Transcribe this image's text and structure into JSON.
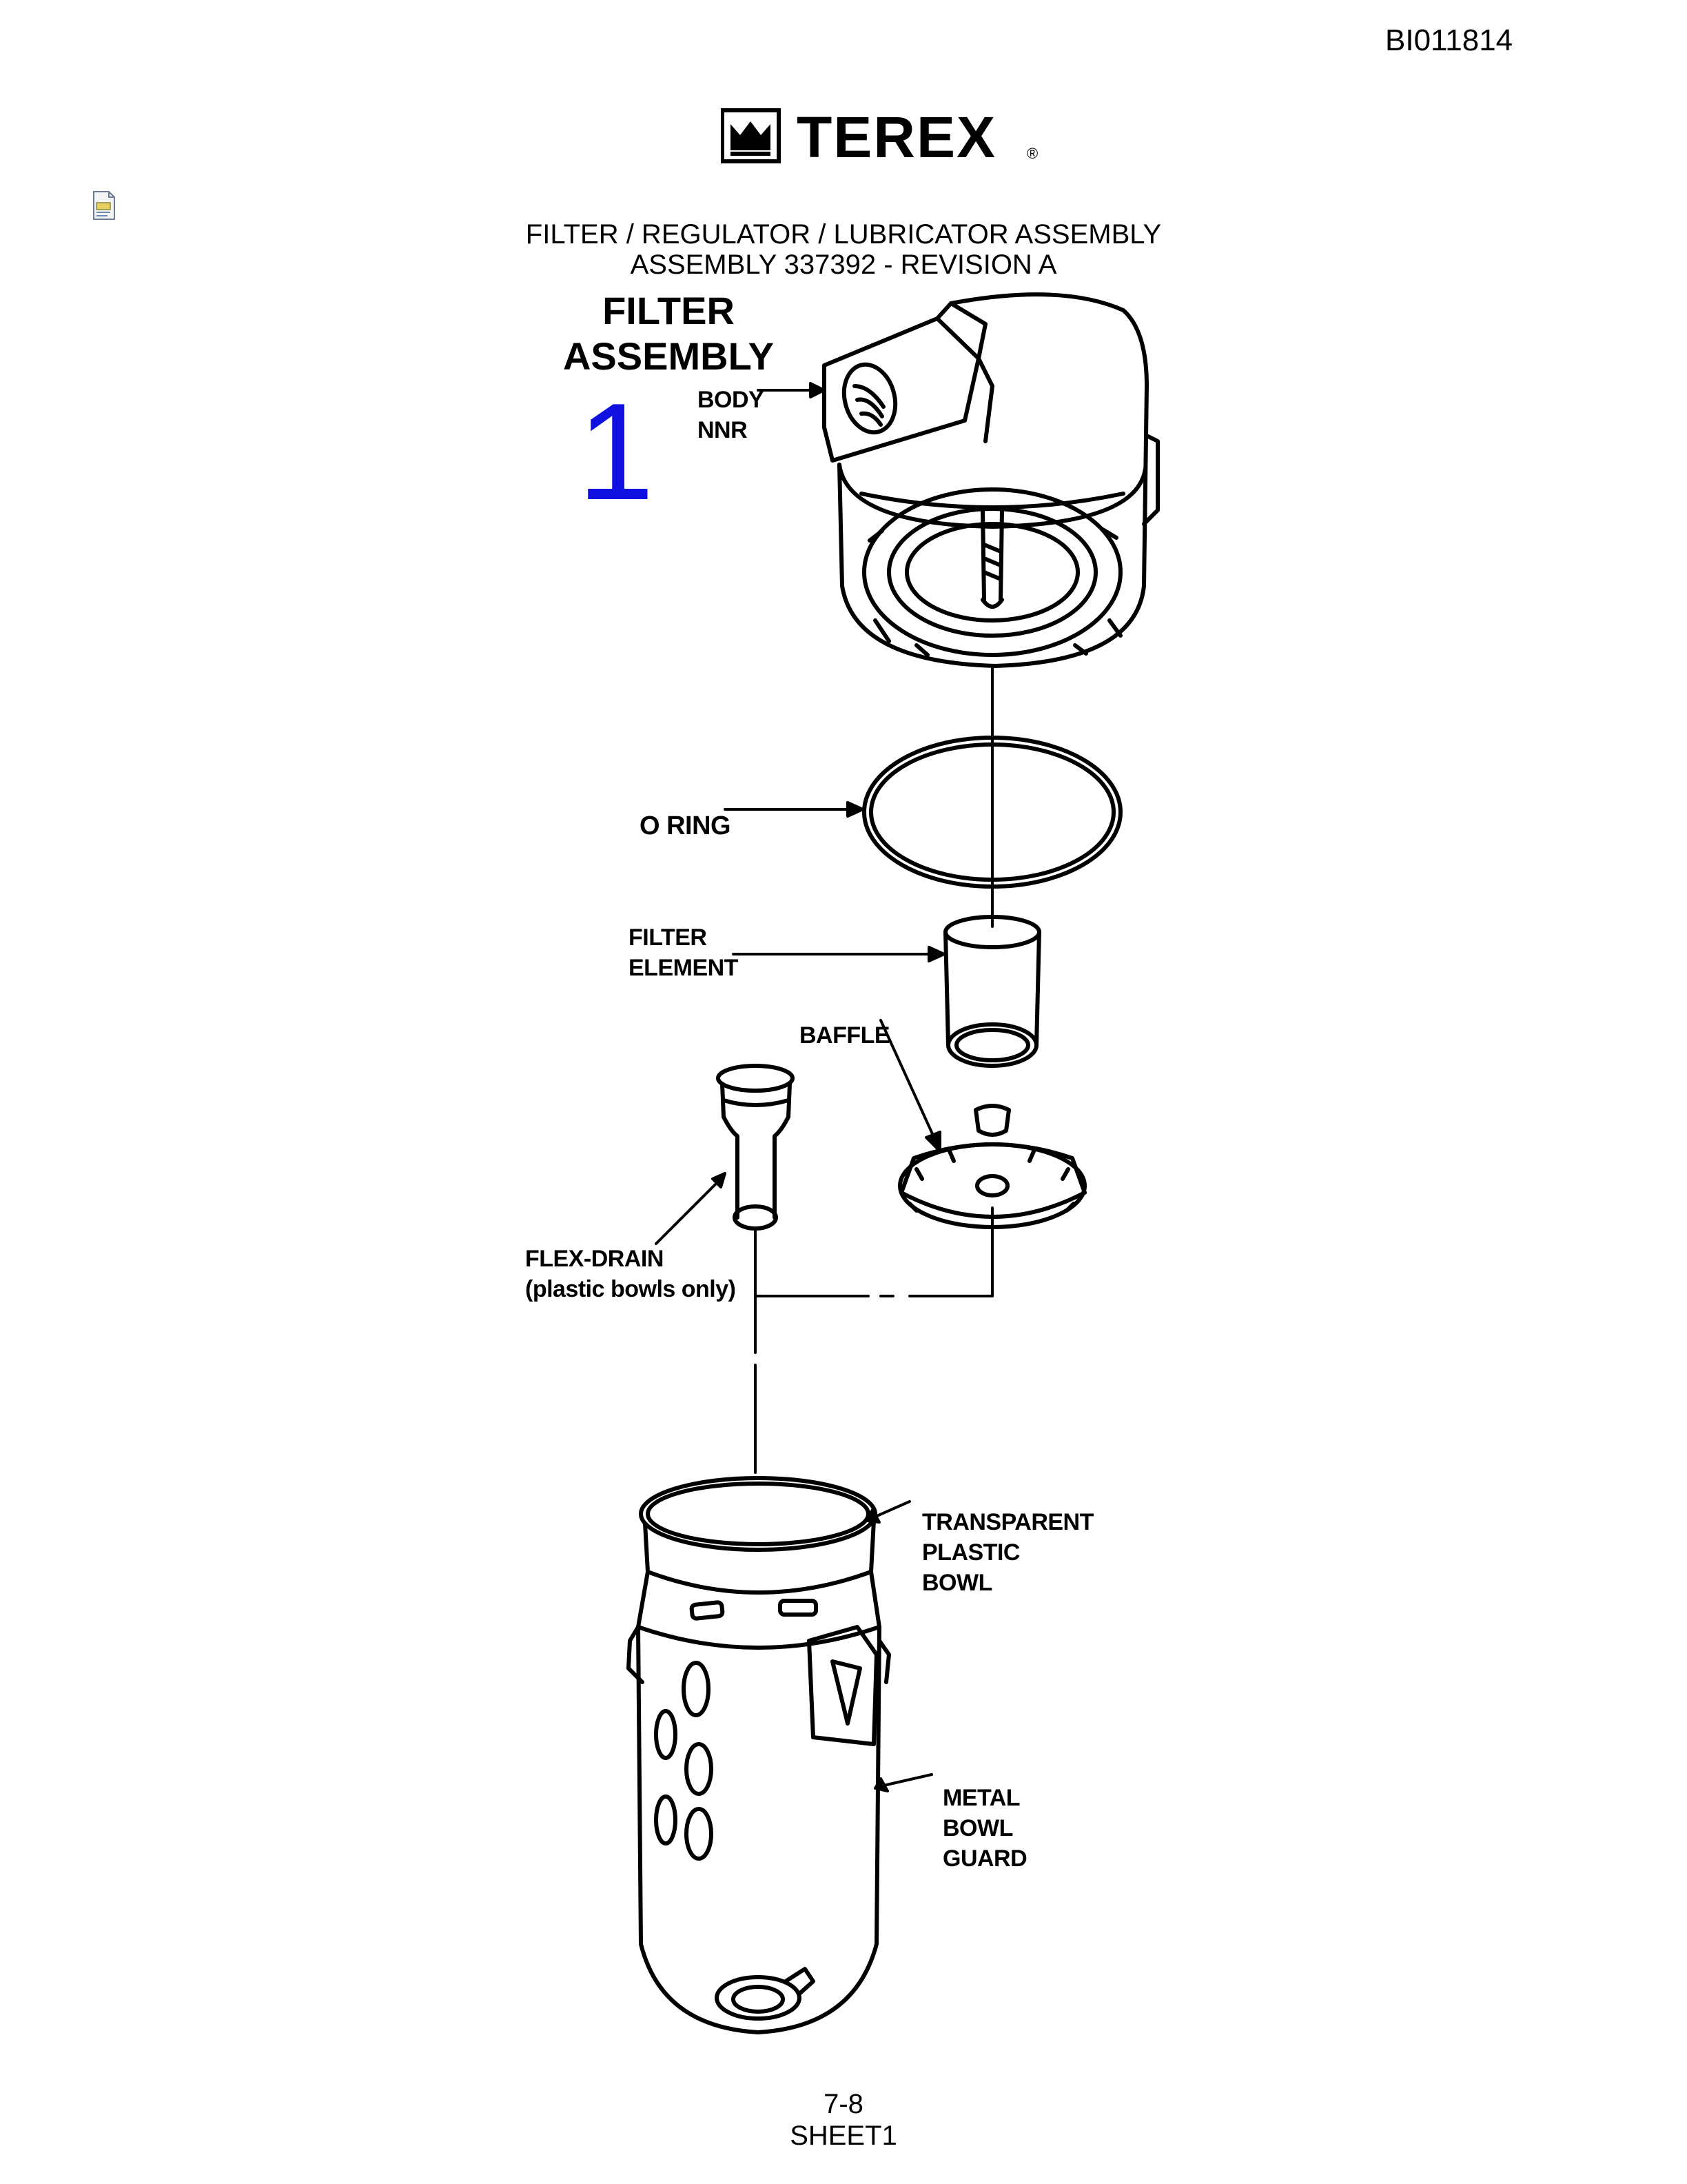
{
  "header": {
    "doc_id": "BI011814",
    "brand": "TEREX",
    "registered_mark": "®",
    "title_line1": "FILTER / REGULATOR / LUBRICATOR ASSEMBLY",
    "title_line2": "ASSEMBLY 337392 - REVISION A"
  },
  "section": {
    "heading_line1": "FILTER",
    "heading_line2": "ASSEMBLY",
    "item_number": "1"
  },
  "callouts": {
    "body": [
      "BODY",
      "NNR"
    ],
    "o_ring": "O RING",
    "filter_element": [
      "FILTER",
      "ELEMENT"
    ],
    "baffle": "BAFFLE",
    "flex_drain": [
      "FLEX-DRAIN",
      "(plastic bowls only)"
    ],
    "bowl": [
      "TRANSPARENT",
      "PLASTIC",
      "BOWL"
    ],
    "guard": [
      "METAL",
      "BOWL",
      "GUARD"
    ]
  },
  "footer": {
    "page_number": "7-8",
    "sheet": "SHEET1"
  },
  "icons": {
    "note": "note-icon",
    "logo": "terex-crown-logo"
  }
}
